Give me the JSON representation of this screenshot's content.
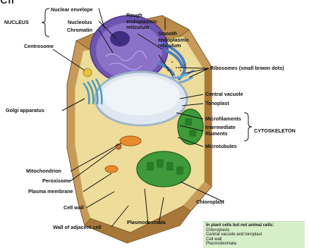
{
  "title_fragment": "ell",
  "groups": {
    "nucleus": "NUCLEUS",
    "cytoskeleton": "CYTOSKELETON"
  },
  "labels": {
    "nuclear_envelope": "Nuclear envelope",
    "nucleolus": "Nucleolus",
    "chromatin": "Chromatin",
    "rough_er": "Rough endoplasmic reticulum",
    "smooth_er": "Smooth endoplasmic reticulum",
    "centrosome": "Centrosome",
    "ribosomes": "Ribosomes (small brwon dots)",
    "central_vacuole": "Central vacuole",
    "tonoplast": "Tonoplast",
    "golgi": "Golgi apparatus",
    "microfilaments": "Microfilaments",
    "intermediate_filaments": "Intermediate filaments",
    "microtubules": "Microtubules",
    "mitochondrion": "Mitochondrion",
    "peroxisome": "Peroxisome",
    "plasma_membrane": "Plasma membrane",
    "cell_wall": "Cell wall",
    "wall_adjacent": "Wall of adjacent cell",
    "chloroplast": "Chloroplast",
    "plasmodesmata": "Plasmodesmata"
  },
  "note": {
    "title": "In plant cells but not animal cells:",
    "items": [
      "Chloroplasts",
      "Central vacuole and tonoplast",
      "Cell wall",
      "Plasmodesmata"
    ]
  },
  "colors": {
    "cell_wall": "#c89a5a",
    "cytoplasm": "#eedc9a",
    "nucleus": "#8a72c8",
    "vacuole": "#dfe8f0",
    "chloroplast": "#3f9a3a",
    "golgi": "#4a9bc0",
    "mitochondrion": "#e88a30"
  }
}
